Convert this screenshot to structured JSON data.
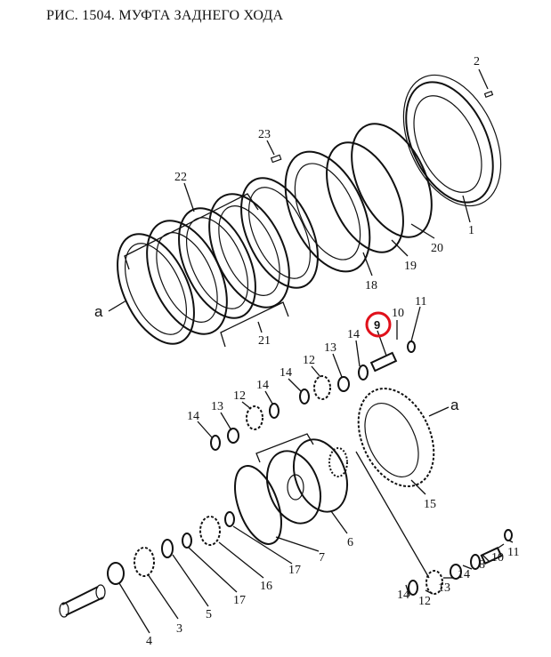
{
  "title": "РИС. 1504. МУФТА ЗАДНЕГО ХОДА",
  "highlight_color": "#e0101a",
  "highlighted_part": "9",
  "labels": {
    "p2": "2",
    "p23": "23",
    "p22": "22",
    "p1": "1",
    "p20": "20",
    "p19": "19",
    "p18": "18",
    "p21": "21",
    "a_left": "a",
    "p11a": "11",
    "p10a": "10",
    "p9": "9",
    "p14a": "14",
    "p13a": "13",
    "p12a": "12",
    "p14b": "14",
    "p14c": "14",
    "p12b": "12",
    "p13b": "13",
    "p14d": "14",
    "a_right": "a",
    "p15": "15",
    "p6": "6",
    "p7": "7",
    "p17a": "17",
    "p16": "16",
    "p17b": "17",
    "p5": "5",
    "p3": "3",
    "p4": "4",
    "p14e": "14",
    "p12c": "12",
    "p13c": "13",
    "p14f": "14",
    "p8": "8",
    "p10b": "10",
    "p11b": "11"
  }
}
